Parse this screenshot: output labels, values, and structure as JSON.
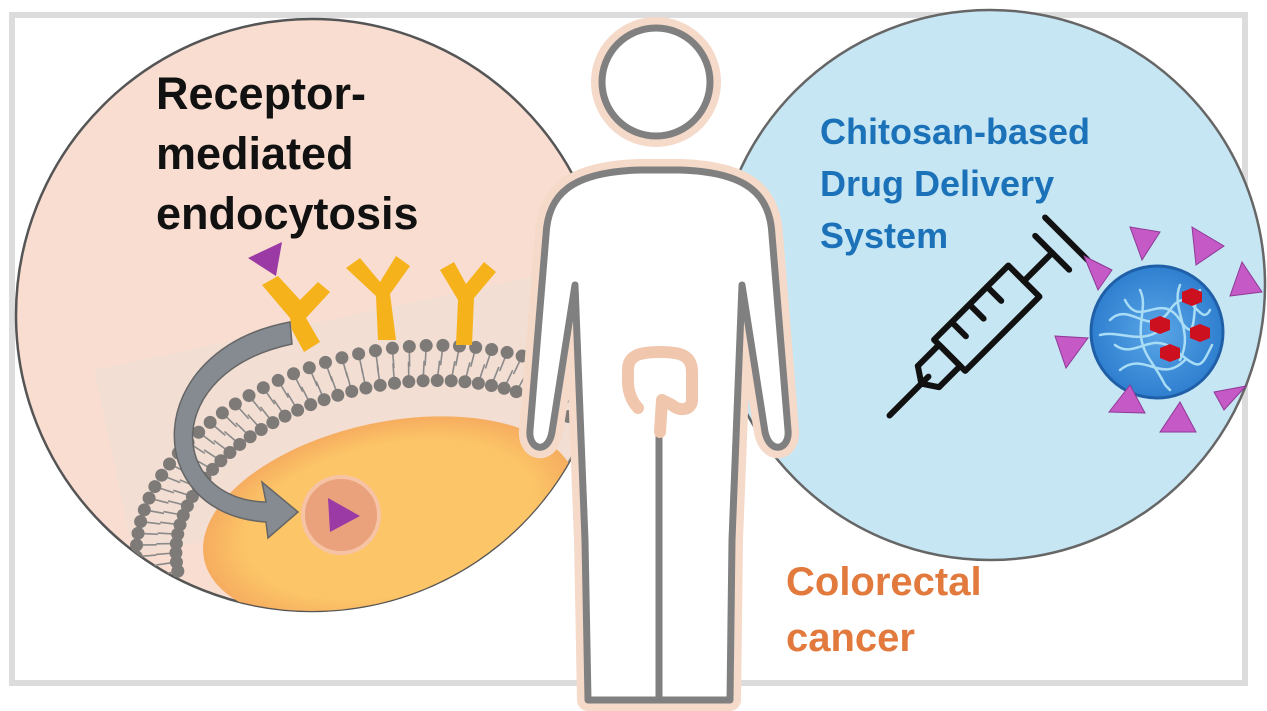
{
  "left_panel": {
    "title_lines": [
      "Receptor-",
      "mediated",
      "endocytosis"
    ]
  },
  "right_panel": {
    "title_lines": [
      "Chitosan-based",
      "Drug Delivery",
      "System"
    ]
  },
  "bottom_label": {
    "lines": [
      "Colorectal",
      "cancer"
    ]
  },
  "colors": {
    "left_circle_fill": "#f8ddd0",
    "right_circle_fill": "#c6e6f4",
    "body_outline": "#7a7a7a",
    "body_halo": "#f5d9c9",
    "receptor": "#f5b21a",
    "ligand": "#9b3aa5",
    "nanoparticle": "#2f7fd0",
    "drug": "#cc1020",
    "cell_interior": "#fcc567",
    "text_title": "#111111",
    "text_blue": "#1b72b8",
    "text_orange": "#e2793d"
  }
}
